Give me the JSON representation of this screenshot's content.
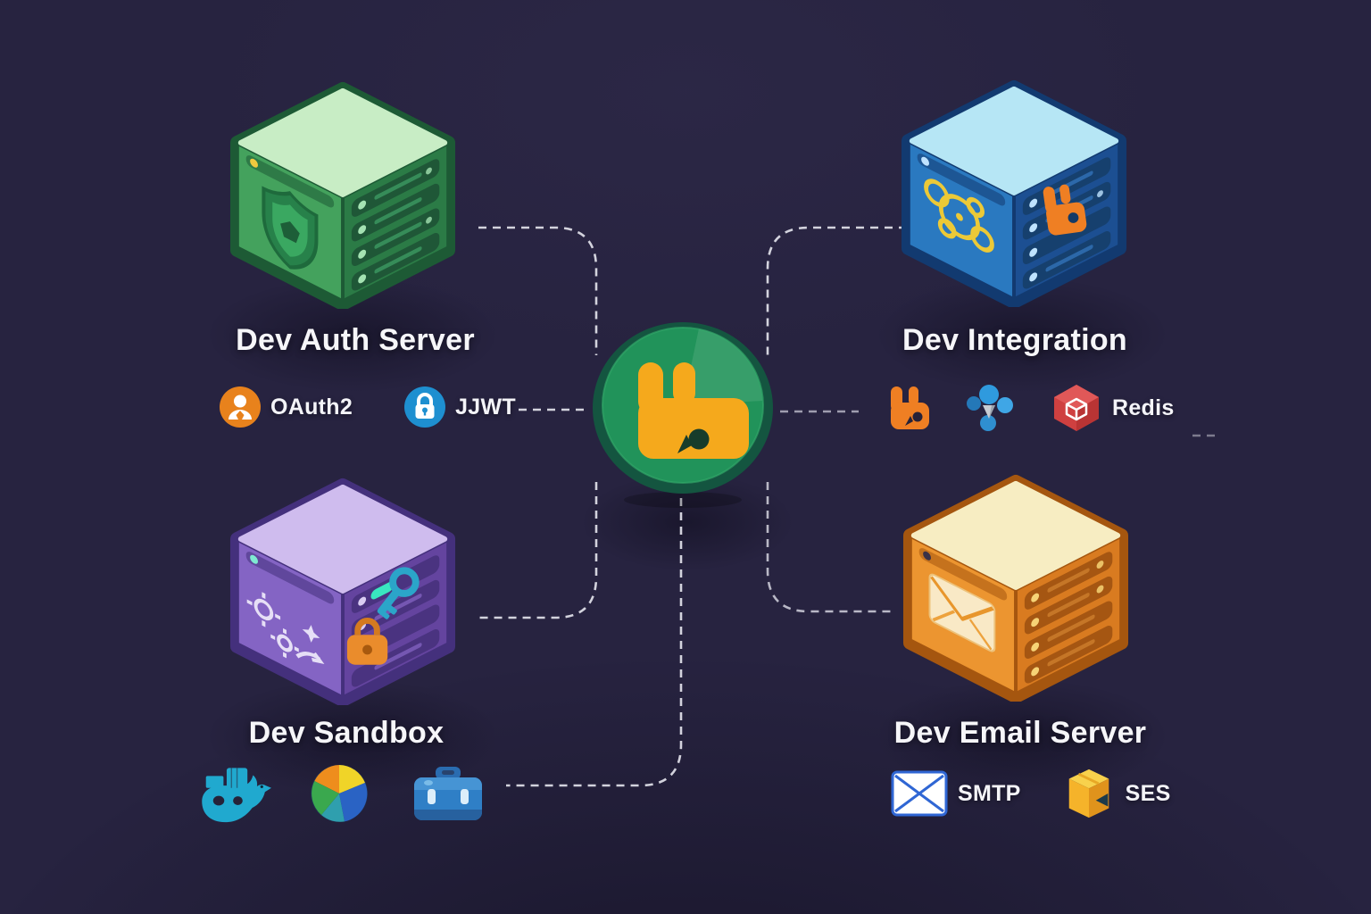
{
  "canvas": {
    "background": "#272340"
  },
  "connectors": {
    "color": "#e3e3ec",
    "pattern": "dashed"
  },
  "center_broker": {
    "name": "RabbitMQ broker hub",
    "icon": "rabbitmq-rabbit-icon",
    "ring_color": "#145540",
    "face_color": "#21935a",
    "logo_color": "#f5a91c"
  },
  "nodes": {
    "auth": {
      "label": "Dev Auth Server",
      "cube": {
        "top": "#c8edc5",
        "left": "#44a25d",
        "right": "#2b7b46",
        "edge": "#1d5a35",
        "slat": "#1f5737",
        "led": "#a4e2b2",
        "emblem": "shield"
      },
      "badges": [
        {
          "icon": "user-icon",
          "label": "OAuth2",
          "color": "#e8821c"
        },
        {
          "icon": "padlock-icon",
          "label": "JJWT",
          "color": "#1e8fd0"
        }
      ]
    },
    "integration": {
      "label": "Dev Integration",
      "cube": {
        "top": "#b6e6f5",
        "left": "#2a79c0",
        "right": "#1c4f92",
        "edge": "#123a70",
        "slat": "#16406e",
        "led": "#bfe3ff",
        "emblem": "molecule"
      },
      "badges": [
        {
          "icon": "rabbitmq-icon",
          "label": "",
          "color": "#ef7f23"
        },
        {
          "icon": "node-cluster-icon",
          "label": "",
          "color": "#2f9ade"
        },
        {
          "icon": "redis-cube-icon",
          "label": "Redis",
          "color": "#cf4040"
        }
      ]
    },
    "sandbox": {
      "label": "Dev Sandbox",
      "cube": {
        "top": "#cfbcee",
        "left": "#8464c4",
        "right": "#64449f",
        "edge": "#44307c",
        "slat": "#4a3380",
        "led": "#d9cdf2",
        "emblem": "gears-doodle"
      },
      "badges": [
        {
          "icon": "docker-whale-icon",
          "label": "",
          "color": "#20a9cf"
        },
        {
          "icon": "pie-chart-icon",
          "label": "",
          "color": "#ee8d1d"
        },
        {
          "icon": "toolbox-icon",
          "label": "",
          "color": "#2f7fc6"
        }
      ]
    },
    "email": {
      "label": "Dev Email Server",
      "cube": {
        "top": "#f7edc2",
        "left": "#ec9530",
        "right": "#d97b20",
        "edge": "#a5560f",
        "slat": "#a55612",
        "led": "#f6d376",
        "emblem": "envelope"
      },
      "badges": [
        {
          "icon": "envelope-icon",
          "label": "SMTP",
          "color": "#2f66d4"
        },
        {
          "icon": "package-icon",
          "label": "SES",
          "color": "#f5b32a"
        }
      ]
    }
  }
}
